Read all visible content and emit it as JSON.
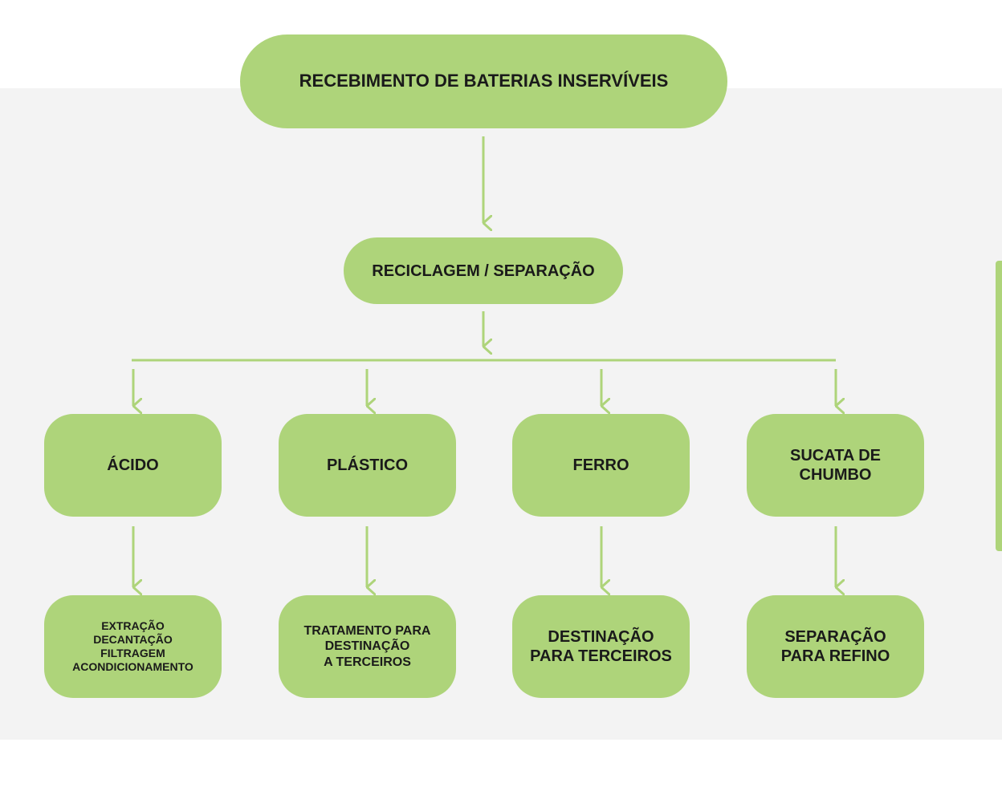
{
  "colors": {
    "node_fill": "#aed47a",
    "connector": "#aed47a",
    "band": "#f3f3f3"
  },
  "diagram": {
    "root": "RECEBIMENTO DE BATERIAS INSERVÍVEIS",
    "step": "RECICLAGEM / SEPARAÇÃO",
    "categories": [
      {
        "label": "ÁCIDO",
        "result": "EXTRAÇÃO\nDECANTAÇÃO\nFILTRAGEM\nACONDICIONAMENTO"
      },
      {
        "label": "PLÁSTICO",
        "result": "TRATAMENTO PARA\nDESTINAÇÃO\nA TERCEIROS"
      },
      {
        "label": "FERRO",
        "result": "DESTINAÇÃO\nPARA TERCEIROS"
      },
      {
        "label": "SUCATA DE\nCHUMBO",
        "result": "SEPARAÇÃO\nPARA REFINO"
      }
    ]
  }
}
